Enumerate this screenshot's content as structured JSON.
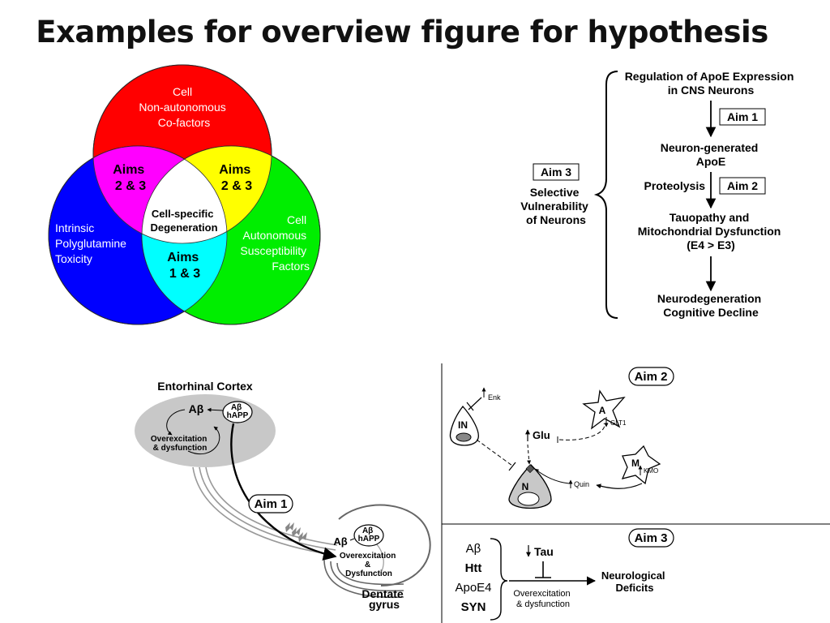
{
  "title": "Examples for overview figure for hypothesis",
  "colors": {
    "red": "#ff0000",
    "green": "#00ee00",
    "blue": "#0000ff",
    "magenta": "#ff00ff",
    "yellow": "#ffff00",
    "cyan": "#00ffff",
    "ec_gray": "#c8c8c8"
  },
  "venn": {
    "top_line1": "Cell",
    "top_line2": "Non-autonomous",
    "top_line3": "Co-factors",
    "left_line1": "Intrinsic",
    "left_line2": "Polyglutamine",
    "left_line3": "Toxicity",
    "right_line1": "Cell",
    "right_line2": "Autonomous",
    "right_line3": "Susceptibility",
    "right_line4": "Factors",
    "mag_line1": "Aims",
    "mag_line2": "2 & 3",
    "yel_line1": "Aims",
    "yel_line2": "2 & 3",
    "cyan_line1": "Aims",
    "cyan_line2": "1 & 3",
    "center_line1": "Cell-specific",
    "center_line2": "Degeneration"
  },
  "flow": {
    "header_line1": "Regulation of ApoE Expression",
    "header_line2": "in CNS Neurons",
    "aim1_box": "Aim 1",
    "step2_line1": "Neuron-generated",
    "step2_line2": "ApoE",
    "proteolysis": "Proteolysis",
    "aim2_box": "Aim 2",
    "step3_line1": "Tauopathy and",
    "step3_line2": "Mitochondrial Dysfunction",
    "step3_line3": "(E4 > E3)",
    "step4_line1": "Neurodegeneration",
    "step4_line2": "Cognitive Decline",
    "aim3_box": "Aim 3",
    "left_line1": "Selective",
    "left_line2": "Vulnerability",
    "left_line3": "of Neurons"
  },
  "brain": {
    "ec_label": "Entorhinal Cortex",
    "abeta": "Aβ",
    "abeta_pill_line1": "Aβ",
    "abeta_pill_line2": "hAPP",
    "overex_line1": "Overexcitation",
    "overex_line2": "& dysfunction",
    "aim1": "Aim 1",
    "dg_abeta": "Aβ",
    "dg_pill_line1": "Aβ",
    "dg_pill_line2": "hAPP",
    "dg_overex_line1": "Overexcitation",
    "dg_overex_line2": "&",
    "dg_overex_line3": "Dysfunction",
    "dg_line1": "Dentate",
    "dg_line2": "gyrus"
  },
  "aim2_panel": {
    "badge": "Aim 2",
    "enk": "Enk",
    "in_label": "IN",
    "glu": "Glu",
    "a_label": "A",
    "glt1": "GLT1",
    "m_label": "M",
    "kmo": "KMO",
    "n_label": "N",
    "quin": "Quin"
  },
  "aim3_panel": {
    "badge": "Aim 3",
    "item1": "Aβ",
    "item2": "Htt",
    "item3": "ApoE4",
    "item4": "SYN",
    "tau": "Tau",
    "overex_line1": "Overexcitation",
    "overex_line2": "& dysfunction",
    "deficits_line1": "Neurological",
    "deficits_line2": "Deficits"
  }
}
